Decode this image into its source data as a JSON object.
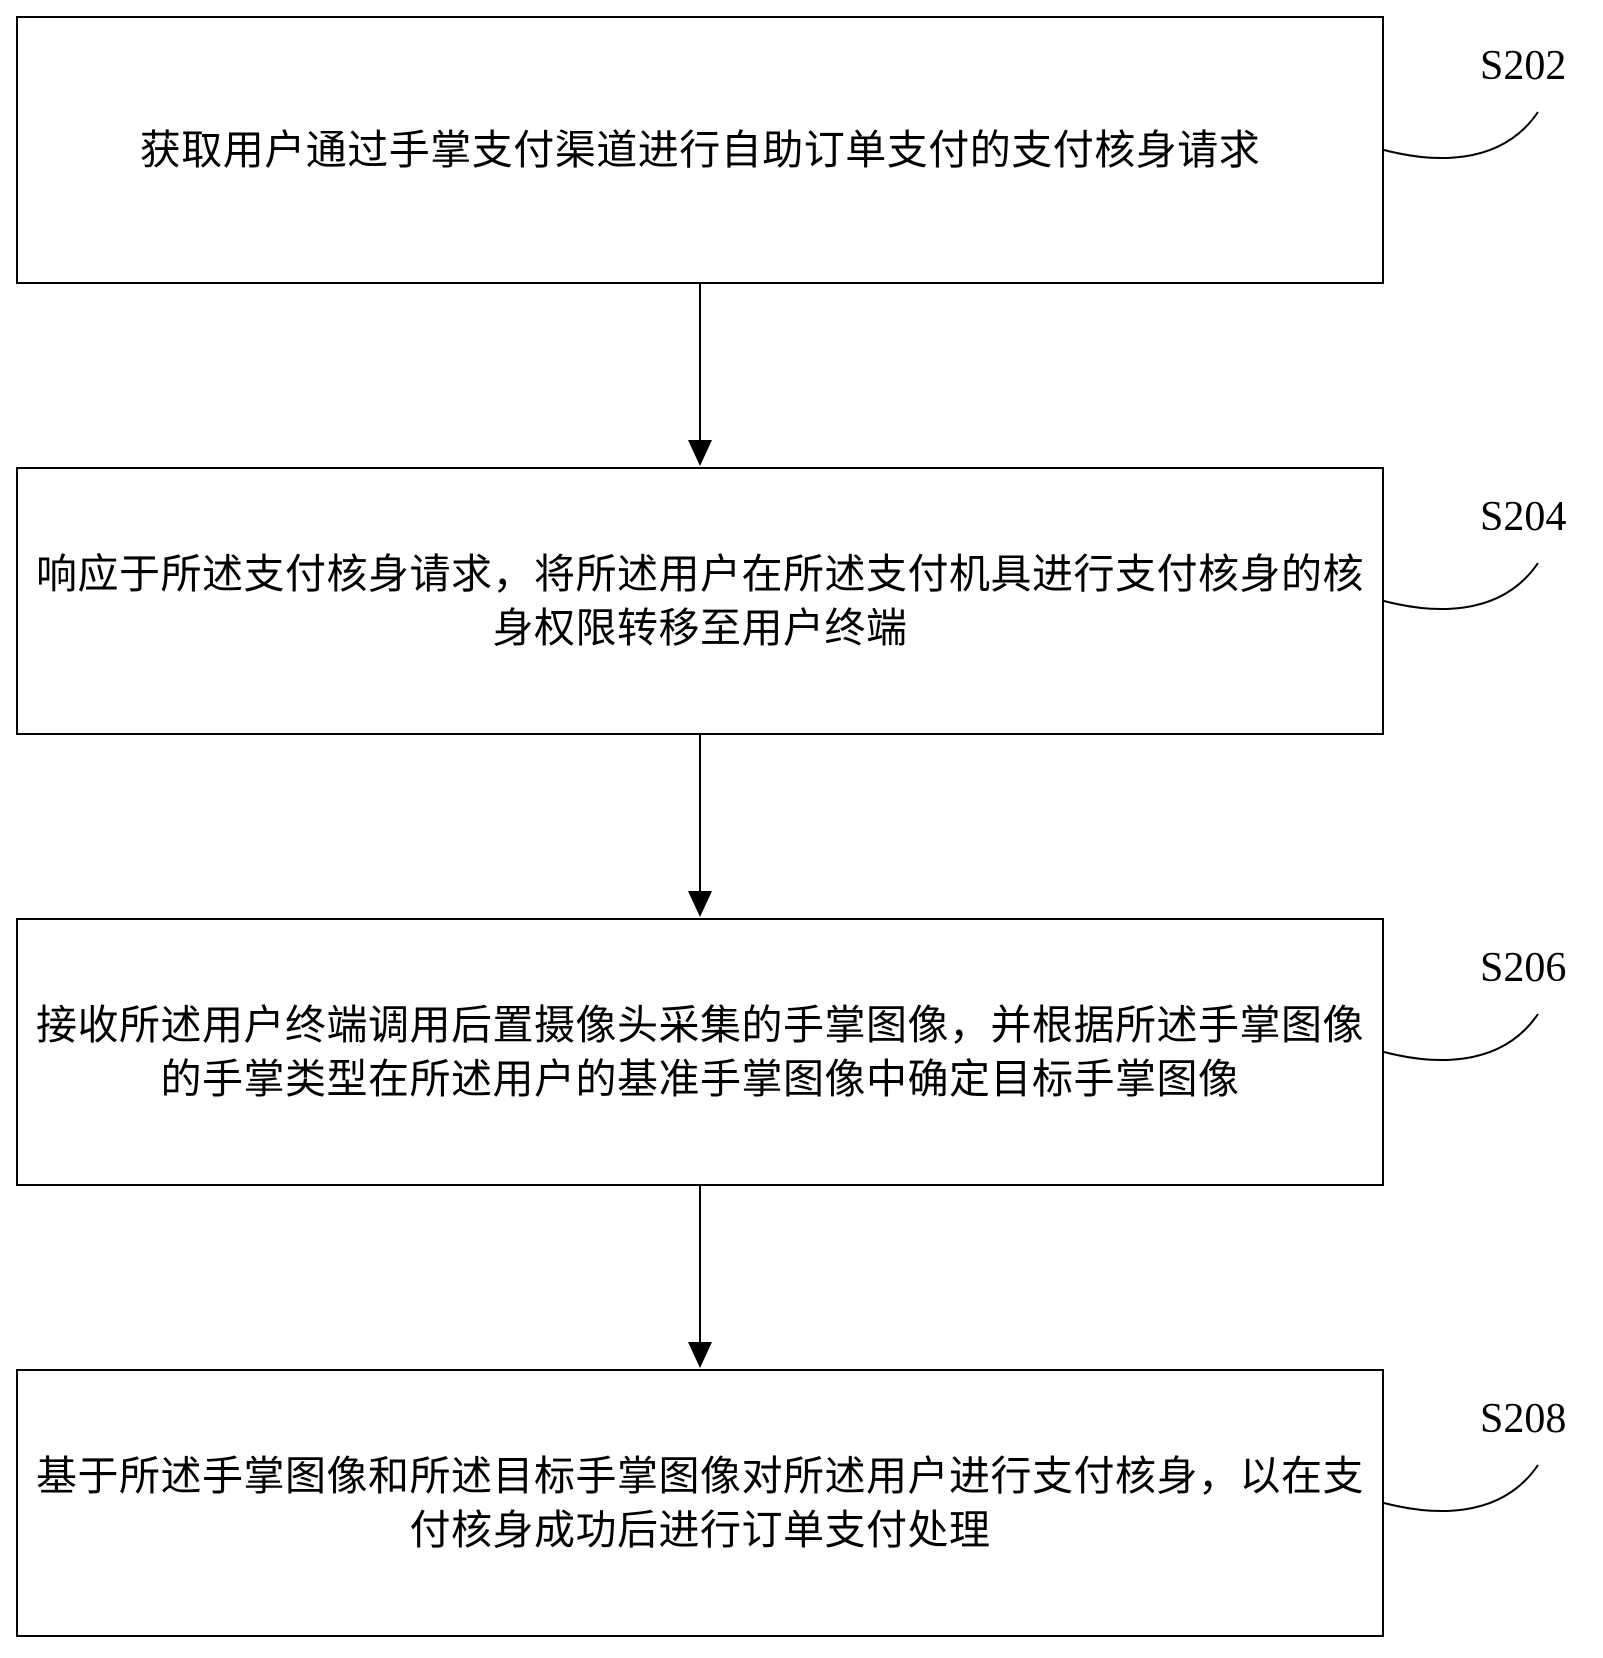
{
  "steps": [
    {
      "id": "S202",
      "text": "获取用户通过手掌支付渠道进行自助订单支付的支付核身请求"
    },
    {
      "id": "S204",
      "text": "响应于所述支付核身请求，将所述用户在所述支付机具进行支付核身的核身权限转移至用户终端"
    },
    {
      "id": "S206",
      "text": "接收所述用户终端调用后置摄像头采集的手掌图像，并根据所述手掌图像的手掌类型在所述用户的基准手掌图像中确定目标手掌图像"
    },
    {
      "id": "S208",
      "text": "基于所述手掌图像和所述目标手掌图像对所述用户进行支付核身，以在支付核身成功后进行订单支付处理"
    }
  ]
}
